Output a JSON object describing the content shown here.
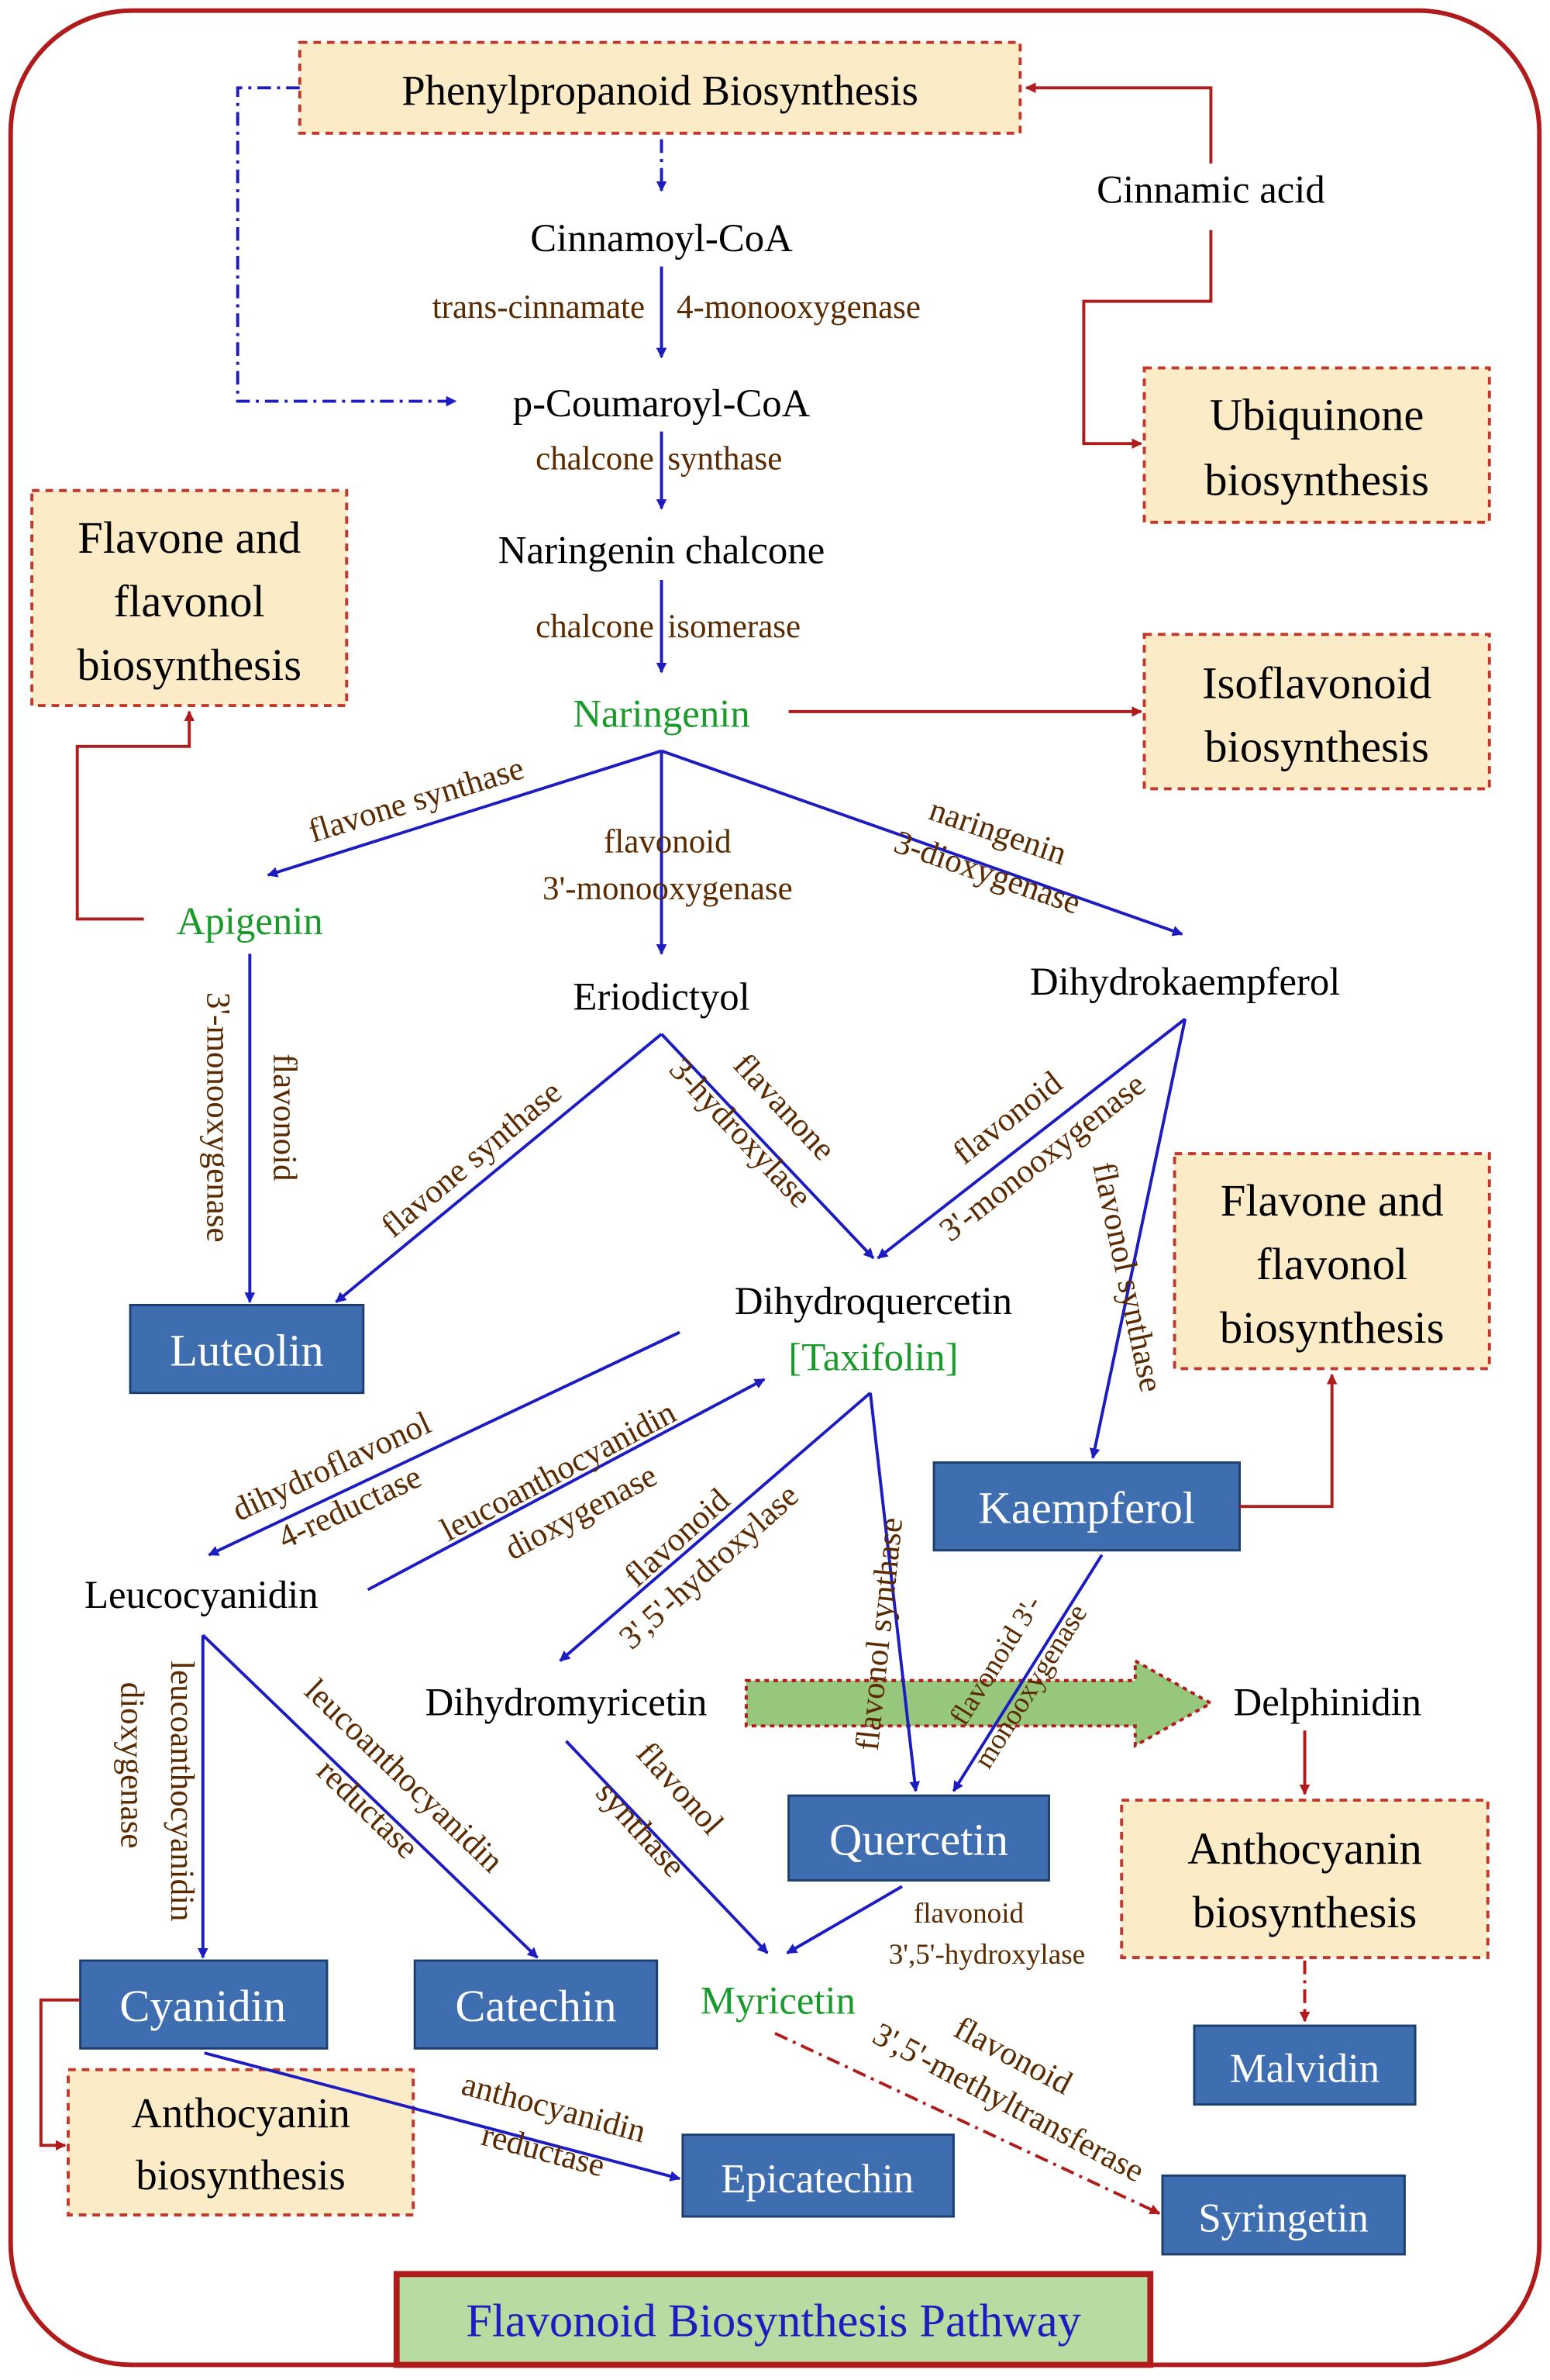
{
  "title": "Flavonoid Biosynthesis Pathway",
  "colors": {
    "frame": "#b01c1c",
    "flow_arrow": "#1c1cc0",
    "cross_arrow": "#b01c1c",
    "enzyme_text": "#5a2a00",
    "compound_text": "#000000",
    "highlight_compound": "#1a9a2a",
    "product_box_fill": "#3e6eb0",
    "product_box_text": "#ffffff",
    "pathway_box_fill": "#fcebc7",
    "pathway_box_border": "#c0392b",
    "title_box_fill": "#b7dba0",
    "title_text": "#1c1cc0",
    "block_arrow_fill": "#96c77c"
  },
  "pathway_boxes": {
    "phenylpropanoid": [
      "Phenylpropanoid Biosynthesis"
    ],
    "ubiquinone": [
      "Ubiquinone",
      "biosynthesis"
    ],
    "flavone_left": [
      "Flavone and",
      "flavonol",
      "biosynthesis"
    ],
    "isoflavonoid": [
      "Isoflavonoid",
      "biosynthesis"
    ],
    "flavone_right": [
      "Flavone and",
      "flavonol",
      "biosynthesis"
    ],
    "anthocyanin_right": [
      "Anthocyanin",
      "biosynthesis"
    ],
    "anthocyanin_left": [
      "Anthocyanin",
      "biosynthesis"
    ]
  },
  "compounds": {
    "cinnamic_acid": "Cinnamic acid",
    "cinnamoyl_coa": "Cinnamoyl-CoA",
    "p_coumaroyl_coa": "p-Coumaroyl-CoA",
    "naringenin_chalcone": "Naringenin chalcone",
    "naringenin": "Naringenin",
    "apigenin": "Apigenin",
    "eriodictyol": "Eriodictyol",
    "dihydrokaempferol": "Dihydrokaempferol",
    "dihydroquercetin": "Dihydroquercetin",
    "taxifolin": "[Taxifolin]",
    "leucocyanidin": "Leucocyanidin",
    "dihydromyricetin": "Dihydromyricetin",
    "delphinidin": "Delphinidin",
    "myricetin": "Myricetin"
  },
  "products": {
    "luteolin": "Luteolin",
    "kaempferol": "Kaempferol",
    "quercetin": "Quercetin",
    "cyanidin": "Cyanidin",
    "catechin": "Catechin",
    "malvidin": "Malvidin",
    "epicatechin": "Epicatechin",
    "syringetin": "Syringetin"
  },
  "enzymes": {
    "tc4m_a": "trans-cinnamate",
    "tc4m_b": "4-monooxygenase",
    "chs_a": "chalcone",
    "chs_b": "synthase",
    "chi_a": "chalcone",
    "chi_b": "isomerase",
    "fns_api": "flavone synthase",
    "f3m_mid_a": "flavonoid",
    "f3m_mid_b": "3'-monooxygenase",
    "n3d_a": "naringenin",
    "n3d_b": "3-dioxygenase",
    "f3m_api_a": "flavonoid",
    "f3m_api_b": "3'-monooxygenase",
    "fns_erio": "flavone synthase",
    "f3h_a": "flavanone",
    "f3h_b": "3-hydroxylase",
    "f3m_dhk_a": "flavonoid",
    "f3m_dhk_b": "3'-monooxygenase",
    "fls_dhk": "flavonol synthase",
    "dfr_a": "dihydroflavonol",
    "dfr_b": "4-reductase",
    "ldox_a": "leucoanthocyanidin",
    "ldox_b": "dioxygenase",
    "f35h_a": "flavonoid",
    "f35h_b": "3',5'-hydroxylase",
    "fls_dhq": "flavonol synthase",
    "f3m_kae_a": "flavonoid 3'-",
    "f3m_kae_b": "monooxygenase",
    "ldox_cy_a": "leucoanthocyanidin",
    "ldox_cy_b": "dioxygenase",
    "lar_a": "leucoanthocyanidin",
    "lar_b": "reductase",
    "fls_dhm_a": "flavonol",
    "fls_dhm_b": "synthase",
    "f35h_q_a": "flavonoid",
    "f35h_q_b": "3',5'-hydroxylase",
    "ans_a": "anthocyanidin",
    "ans_b": "reductase",
    "omt_a": "flavonoid",
    "omt_b": "3',5'-methyltransferase"
  }
}
